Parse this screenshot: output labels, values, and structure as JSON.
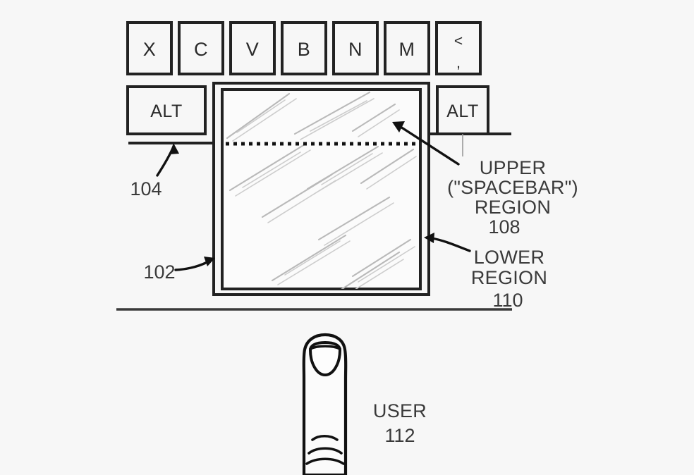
{
  "figure": {
    "background_color": "#f7f7f7",
    "ink_color": "#222222",
    "title": "Keyboard with spacebar trackpad regions"
  },
  "keyboard": {
    "top_row_keys": [
      {
        "label": "X",
        "sublabel": ""
      },
      {
        "label": "C",
        "sublabel": ""
      },
      {
        "label": "V",
        "sublabel": ""
      },
      {
        "label": "B",
        "sublabel": ""
      },
      {
        "label": "N",
        "sublabel": ""
      },
      {
        "label": "M",
        "sublabel": ""
      },
      {
        "label": "<",
        "sublabel": ","
      }
    ],
    "bottom_row_keys": [
      {
        "label": "ALT",
        "position": "left"
      },
      {
        "label": "ALT",
        "position": "right"
      }
    ]
  },
  "trackpad": {
    "name": "spacebar-trackpad",
    "upper_region": {
      "lines": [
        "UPPER",
        "(\"SPACEBAR\")",
        "REGION"
      ],
      "reference_number": "108"
    },
    "lower_region": {
      "lines": [
        "LOWER",
        "REGION"
      ],
      "reference_number": "110"
    },
    "divider_style": "dotted"
  },
  "reference_labels": {
    "keyboard": "104",
    "trackpad": "102",
    "user": {
      "label": "USER",
      "number": "112"
    }
  }
}
